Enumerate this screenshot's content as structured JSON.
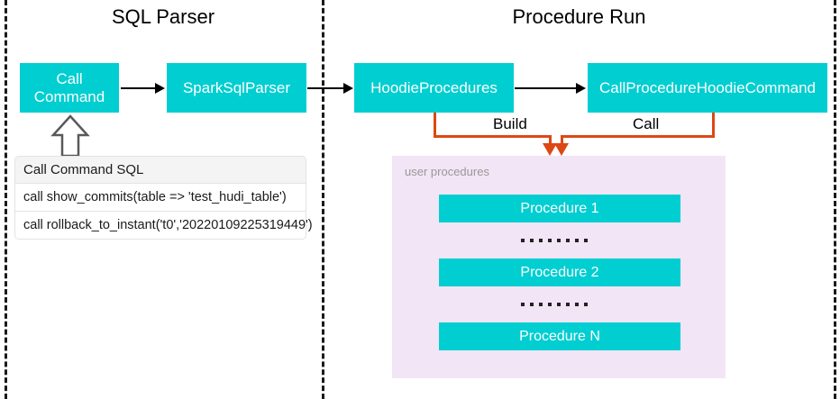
{
  "diagram": {
    "sections": [
      {
        "id": "sql-parser",
        "title": "SQL Parser"
      },
      {
        "id": "procedure-run",
        "title": "Procedure Run"
      }
    ],
    "nodes": [
      {
        "id": "call-command",
        "label": "Call\nCommand"
      },
      {
        "id": "spark-sql-parser",
        "label": "SparkSqlParser"
      },
      {
        "id": "hoodie-procedures",
        "label": "HoodieProcedures"
      },
      {
        "id": "call-procedure-hoodie-command",
        "label": "CallProcedureHoodieCommand"
      }
    ],
    "node_labels": {
      "call_command_line1": "Call",
      "call_command_line2": "Command",
      "spark_sql_parser": "SparkSqlParser",
      "hoodie_procedures": "HoodieProcedures",
      "call_procedure_hoodie_command": "CallProcedureHoodieCommand"
    },
    "connector_labels": {
      "build": "Build",
      "call": "Call"
    },
    "sql_table": {
      "header": "Call Command SQL",
      "rows": [
        "call show_commits(table => 'test_hudi_table')",
        "call rollback_to_instant('t0','20220109225319449')"
      ]
    },
    "panel": {
      "label": "user procedures",
      "procedures": [
        "Procedure 1",
        "Procedure 2",
        "Procedure N"
      ],
      "ellipsis_dots": 8
    },
    "colors": {
      "node_fill": "#00ced1",
      "node_text": "#ffffff",
      "connector_orange": "#dd4814",
      "panel_fill": "#f2e5f5",
      "panel_label": "#999999",
      "divider": "#1a1a1a",
      "arrow_black": "#000000"
    }
  }
}
